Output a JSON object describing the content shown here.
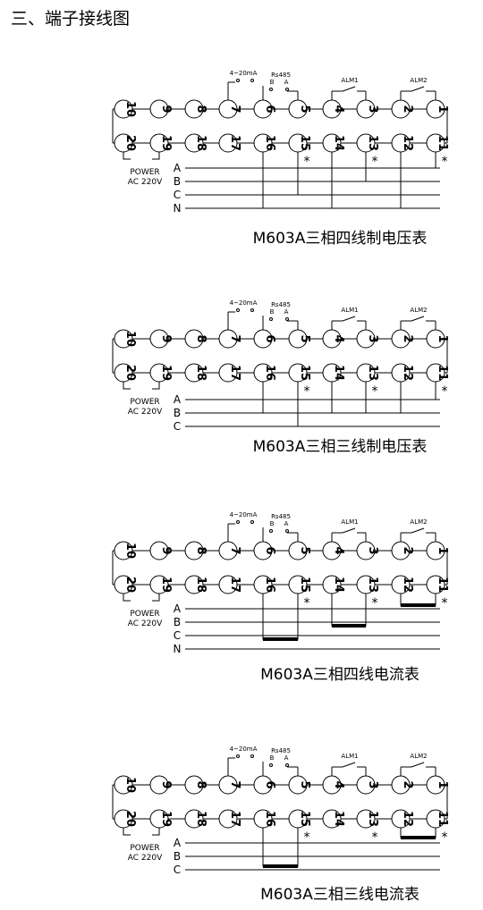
{
  "page": {
    "title": "三、端子接线图"
  },
  "labels": {
    "current_loop": "4~20mA",
    "rs485": "Rs485",
    "rs485_b": "B",
    "rs485_a": "A",
    "alm1": "ALM1",
    "alm2": "ALM2",
    "power": "POWER",
    "ac": "AC 220V",
    "star": "*"
  },
  "diagrams": [
    {
      "id": "d1",
      "caption": "M603A三相四线制电压表",
      "phases": [
        "A",
        "B",
        "C",
        "N"
      ],
      "top_terminals": [
        "10",
        "9",
        "8",
        "7",
        "6",
        "5",
        "4",
        "3",
        "2",
        "1"
      ],
      "bottom_terminals": [
        "20",
        "19",
        "18",
        "17",
        "16",
        "15",
        "14",
        "13",
        "12",
        "11"
      ]
    },
    {
      "id": "d2",
      "caption": "M603A三相三线制电压表",
      "phases": [
        "A",
        "B",
        "C"
      ],
      "top_terminals": [
        "10",
        "9",
        "8",
        "7",
        "6",
        "5",
        "4",
        "3",
        "2",
        "1"
      ],
      "bottom_terminals": [
        "20",
        "19",
        "18",
        "17",
        "16",
        "15",
        "14",
        "13",
        "12",
        "11"
      ]
    },
    {
      "id": "d3",
      "caption": "M603A三相四线电流表",
      "phases": [
        "A",
        "B",
        "C",
        "N"
      ],
      "top_terminals": [
        "10",
        "9",
        "8",
        "7",
        "6",
        "5",
        "4",
        "3",
        "2",
        "1"
      ],
      "bottom_terminals": [
        "20",
        "19",
        "18",
        "17",
        "16",
        "15",
        "14",
        "13",
        "12",
        "11"
      ]
    },
    {
      "id": "d4",
      "caption": "M603A三相三线电流表",
      "phases": [
        "A",
        "B",
        "C"
      ],
      "top_terminals": [
        "10",
        "9",
        "8",
        "7",
        "6",
        "5",
        "4",
        "3",
        "2",
        "1"
      ],
      "bottom_terminals": [
        "20",
        "19",
        "18",
        "17",
        "16",
        "15",
        "14",
        "13",
        "12",
        "11"
      ]
    }
  ]
}
